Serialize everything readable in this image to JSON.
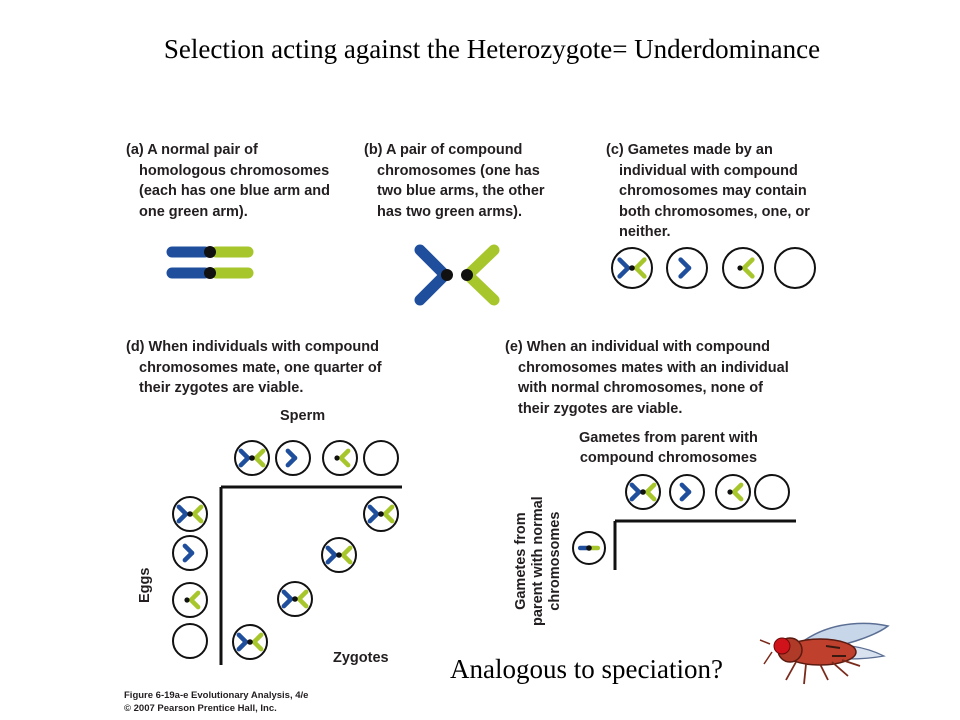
{
  "slide": {
    "title": "Selection acting against the Heterozygote= Underdominance",
    "question": "Analogous to speciation?"
  },
  "panels": {
    "a": [
      "(a) A normal pair of",
      "homologous chromosomes",
      "(each has one blue arm and",
      "one green arm)."
    ],
    "b": [
      "(b) A pair of compound",
      "chromosomes (one has",
      "two blue arms, the other",
      "has two green arms)."
    ],
    "c": [
      "(c) Gametes made by an",
      "individual with compound",
      "chromosomes may contain",
      "both chromosomes, one, or",
      "neither."
    ],
    "d": [
      "(d) When individuals with compound",
      "chromosomes mate, one quarter of",
      "their zygotes are viable."
    ],
    "e": [
      "(e) When an individual with compound",
      "chromosomes mates with an individual",
      "with normal chromosomes, none of",
      "their zygotes are viable."
    ]
  },
  "labels": {
    "sperm": "Sperm",
    "eggs": "Eggs",
    "zygotes": "Zygotes",
    "gametes_compound": [
      "Gametes from parent with",
      "compound chromosomes"
    ],
    "gametes_normal": [
      "Gametes from",
      "parent with normal",
      "chromosomes"
    ]
  },
  "caption": [
    "Figure 6-19a-e  Evolutionary Analysis, 4/e",
    "© 2007 Pearson Prentice Hall, Inc."
  ],
  "colors": {
    "blue_arm": "#1f4e9c",
    "green_arm": "#a6c62b",
    "centromere": "#111111",
    "fly_body": "#c0402e",
    "fly_eye": "#d0121a"
  }
}
